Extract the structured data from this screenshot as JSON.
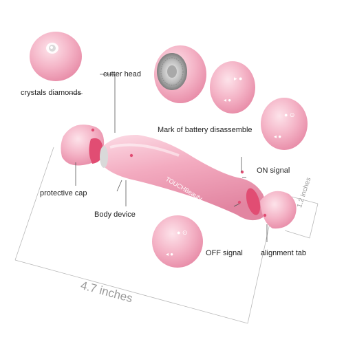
{
  "product": {
    "brand": "TOUCHBeauty",
    "colors": {
      "body": "#f2a9bf",
      "body_light": "#fbd7e2",
      "body_dark": "#e28aa5",
      "inner": "#e14d73",
      "leader": "#555555",
      "dim_line": "#b0b0b0"
    }
  },
  "labels": {
    "cutter_head": "cutter head",
    "crystals_diamonds": "crystals diamonds",
    "battery_mark": "Mark of battery disassemble",
    "on_signal": "ON signal",
    "protective_cap": "protective cap",
    "body_device": "Body device",
    "off_signal": "OFF signal",
    "alignment_tab": "alignment tab"
  },
  "dimensions": {
    "length": "4.7 inches",
    "diameter": "1.2 inches"
  }
}
